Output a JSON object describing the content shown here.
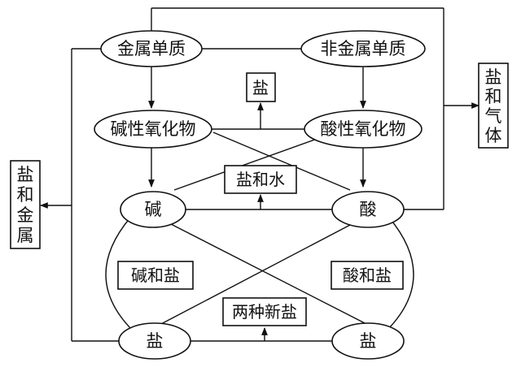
{
  "nodes": {
    "metal": "金属单质",
    "nonmetal": "非金属单质",
    "basic_oxide": "碱性氧化物",
    "acidic_oxide": "酸性氧化物",
    "base": "碱",
    "acid": "酸",
    "salt_left": "盐",
    "salt_right": "盐"
  },
  "products": {
    "salt_top": "盐",
    "salt_and_water": "盐和水",
    "base_and_salt": "碱和盐",
    "acid_and_salt": "酸和盐",
    "two_new_salts": "两种新盐",
    "salt_and_gas": [
      "盐",
      "和",
      "气",
      "体"
    ],
    "salt_and_metal": [
      "盐",
      "和",
      "金",
      "属"
    ]
  }
}
